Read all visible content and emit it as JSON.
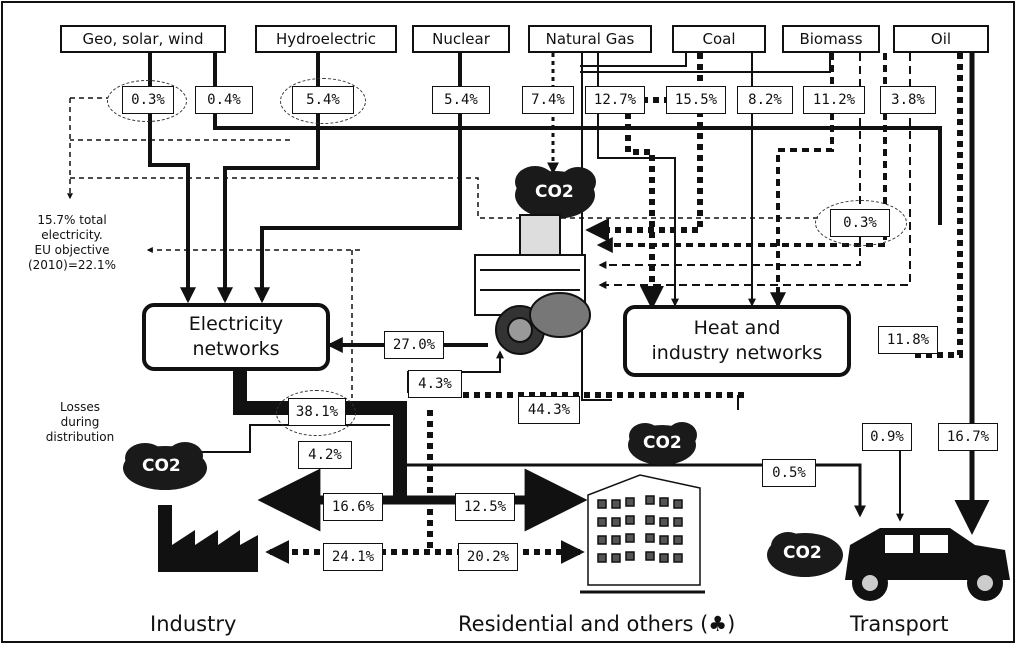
{
  "sources": {
    "geo_solar_wind": "Geo, solar, wind",
    "hydroelectric": "Hydroelectric",
    "nuclear": "Nuclear",
    "natural_gas": "Natural Gas",
    "coal": "Coal",
    "biomass": "Biomass",
    "oil": "Oil"
  },
  "top_percents": {
    "geo_a": "0.3%",
    "geo_b": "0.4%",
    "hydro": "5.4%",
    "nuclear": "5.4%",
    "gas_a": "7.4%",
    "gas_b": "12.7%",
    "coal_a": "15.5%",
    "coal_b": "8.2%",
    "biomass": "11.2%",
    "oil_a": "3.8%"
  },
  "nodes": {
    "electricity_line1": "Electricity",
    "electricity_line2": "networks",
    "heat_line1": "Heat and",
    "heat_line2": "industry networks"
  },
  "flows": {
    "renewable_mid": "0.3%",
    "plant_to_electricity": "27.0%",
    "oil_to_heat": "11.8%",
    "elec_total": "38.1%",
    "elec_to_plant": "4.3%",
    "losses": "4.2%",
    "heat_total": "44.3%",
    "oil_to_transport_gas": "0.9%",
    "oil_to_transport": "16.7%",
    "elec_to_transport": "0.5%",
    "elec_to_industry": "16.6%",
    "elec_to_residential": "12.5%",
    "heat_to_industry": "24.1%",
    "heat_to_residential": "20.2%"
  },
  "notes": {
    "renewable_line1": "15.7% total",
    "renewable_line2": "electricity.",
    "renewable_line3": "EU objective",
    "renewable_line4": "(2010)=22.1%",
    "losses_line1": "Losses",
    "losses_line2": "during",
    "losses_line3": "distribution"
  },
  "co2_label": "CO2",
  "sectors": {
    "industry": "Industry",
    "residential": "Residential and others (♣)",
    "transport": "Transport"
  },
  "colors": {
    "ink": "#111111",
    "cloud": "#1a1a1a",
    "paper": "#ffffff"
  },
  "icons": [
    "power-plant-icon",
    "factory-icon",
    "apartment-building-icon",
    "car-icon",
    "co2-cloud-icon"
  ]
}
